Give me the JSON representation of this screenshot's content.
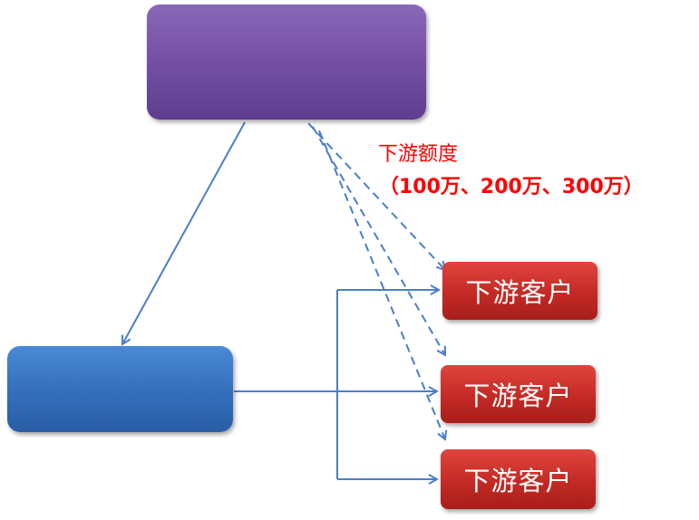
{
  "annotation": {
    "line1": "下游额度",
    "line2": "（100万、200万、300万）"
  },
  "customers": [
    {
      "label": "下游客户"
    },
    {
      "label": "下游客户"
    },
    {
      "label": "下游客户"
    }
  ],
  "colors": {
    "connector": "#4a7ec8",
    "annotation": "#ff0000"
  }
}
